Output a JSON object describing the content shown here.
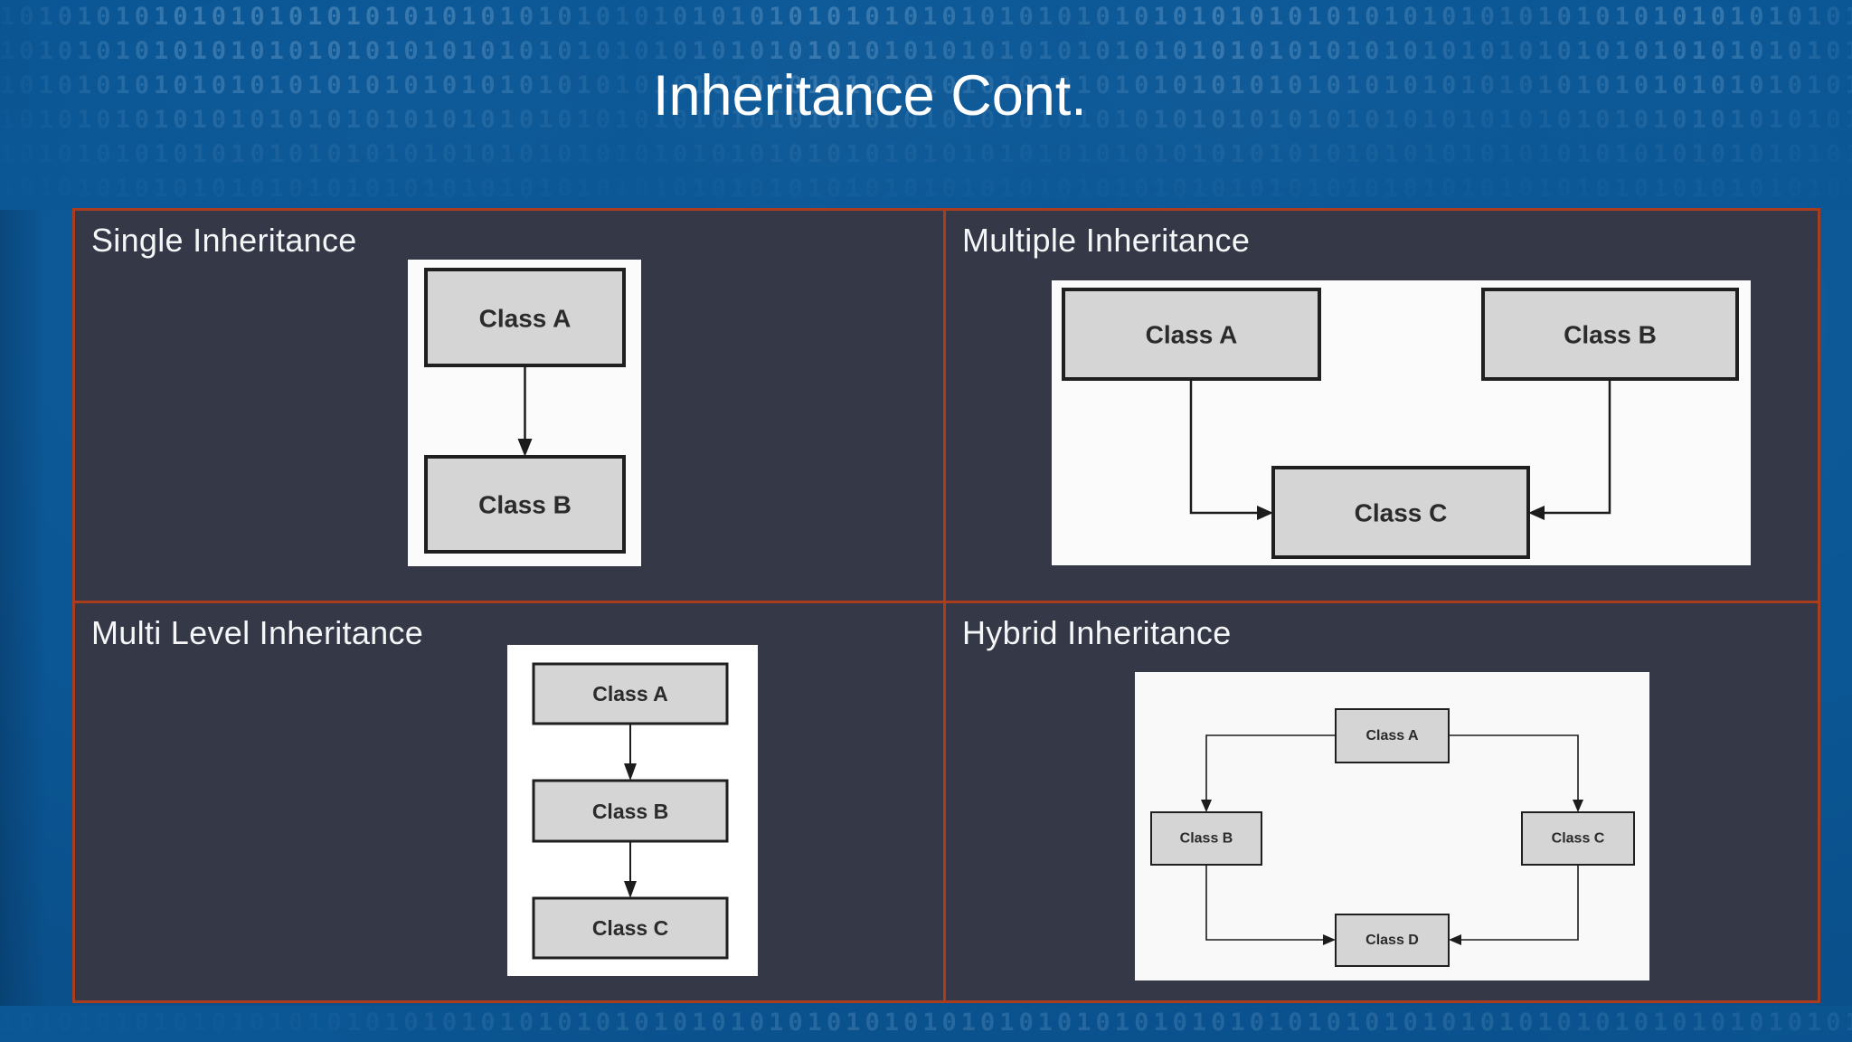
{
  "slide": {
    "title": "Inheritance Cont.",
    "background": {
      "pattern_row": "101010101010101010101010101010101010101010101010101010101010101010101010101010101010101010101010101010101010101010101010"
    },
    "colors": {
      "background_blue": "#0b5796",
      "panel_dark": "#353846",
      "divider_red": "#a93d1d",
      "diagram_panel_white": "#fbfbfb",
      "node_fill": "#d5d5d5",
      "node_border": "#1f1f1f",
      "node_text": "#2b2b2b",
      "title_text": "#ffffff",
      "pattern_digits": "#9cc4e4"
    },
    "quadrants": {
      "single": {
        "heading": "Single Inheritance",
        "nodes": {
          "a": "Class A",
          "b": "Class B"
        },
        "edges": [
          {
            "from": "Class A",
            "to": "Class B"
          }
        ]
      },
      "multiple": {
        "heading": "Multiple Inheritance",
        "nodes": {
          "a": "Class A",
          "b": "Class B",
          "c": "Class C"
        },
        "edges": [
          {
            "from": "Class A",
            "to": "Class C"
          },
          {
            "from": "Class B",
            "to": "Class C"
          }
        ]
      },
      "multilevel": {
        "heading": "Multi Level Inheritance",
        "nodes": {
          "a": "Class A",
          "b": "Class B",
          "c": "Class C"
        },
        "edges": [
          {
            "from": "Class A",
            "to": "Class B"
          },
          {
            "from": "Class B",
            "to": "Class C"
          }
        ]
      },
      "hybrid": {
        "heading": "Hybrid Inheritance",
        "nodes": {
          "a": "Class A",
          "b": "Class B",
          "c": "Class C",
          "d": "Class D"
        },
        "edges": [
          {
            "from": "Class A",
            "to": "Class B"
          },
          {
            "from": "Class A",
            "to": "Class C"
          },
          {
            "from": "Class B",
            "to": "Class D"
          },
          {
            "from": "Class C",
            "to": "Class D"
          }
        ]
      }
    }
  }
}
